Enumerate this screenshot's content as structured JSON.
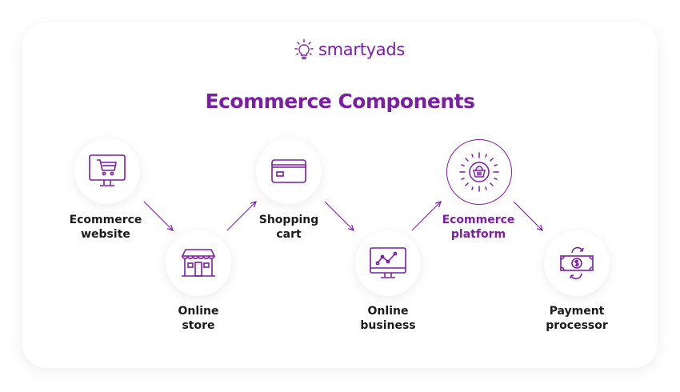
{
  "brand": {
    "name": "smartyads",
    "icon": "lightbulb-icon",
    "color": "#7a1fa2"
  },
  "title": "Ecommerce Components",
  "colors": {
    "accent": "#7a1fa2",
    "text": "#1c1c1c",
    "background": "#ffffff"
  },
  "components": [
    {
      "line1": "Ecommerce",
      "line2": "website",
      "icon": "monitor-cart-icon",
      "highlighted": false
    },
    {
      "line1": "Online",
      "line2": "store",
      "icon": "storefront-icon",
      "highlighted": false
    },
    {
      "line1": "Shopping",
      "line2": "cart",
      "icon": "credit-card-icon",
      "highlighted": false
    },
    {
      "line1": "Online",
      "line2": "business",
      "icon": "monitor-chart-icon",
      "highlighted": false
    },
    {
      "line1": "Ecommerce",
      "line2": "platform",
      "icon": "basket-sunburst-icon",
      "highlighted": true
    },
    {
      "line1": "Payment",
      "line2": "processor",
      "icon": "money-exchange-icon",
      "highlighted": false
    }
  ]
}
